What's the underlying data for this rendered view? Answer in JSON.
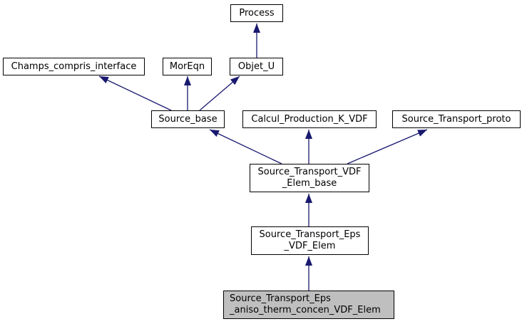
{
  "diagram": {
    "kind": "class-inheritance-graph",
    "colors": {
      "edge": "#191970",
      "node_border": "#000000",
      "node_fill": "#ffffff",
      "current_node_fill": "#bfbfbf",
      "text": "#000000",
      "background": "#ffffff"
    },
    "nodes": {
      "process": {
        "label": "Process"
      },
      "champs": {
        "label": "Champs_compris_interface"
      },
      "moreqn": {
        "label": "MorEqn"
      },
      "objet_u": {
        "label": "Objet_U"
      },
      "source_base": {
        "label": "Source_base"
      },
      "calcul": {
        "label": "Calcul_Production_K_VDF"
      },
      "proto": {
        "label": "Source_Transport_proto"
      },
      "vdf_elem_base": {
        "label": "Source_Transport_VDF\n_Elem_base"
      },
      "eps_vdf_elem": {
        "label": "Source_Transport_Eps\n_VDF_Elem"
      },
      "current": {
        "label": "Source_Transport_Eps\n_aniso_therm_concen_VDF_Elem"
      }
    },
    "edges": [
      {
        "from": "Objet_U",
        "to": "Process"
      },
      {
        "from": "Source_base",
        "to": "Champs_compris_interface"
      },
      {
        "from": "Source_base",
        "to": "MorEqn"
      },
      {
        "from": "Source_base",
        "to": "Objet_U"
      },
      {
        "from": "Source_Transport_VDF_Elem_base",
        "to": "Source_base"
      },
      {
        "from": "Source_Transport_VDF_Elem_base",
        "to": "Calcul_Production_K_VDF"
      },
      {
        "from": "Source_Transport_VDF_Elem_base",
        "to": "Source_Transport_proto"
      },
      {
        "from": "Source_Transport_Eps_VDF_Elem",
        "to": "Source_Transport_VDF_Elem_base"
      },
      {
        "from": "Source_Transport_Eps_aniso_therm_concen_VDF_Elem",
        "to": "Source_Transport_Eps_VDF_Elem"
      }
    ]
  }
}
